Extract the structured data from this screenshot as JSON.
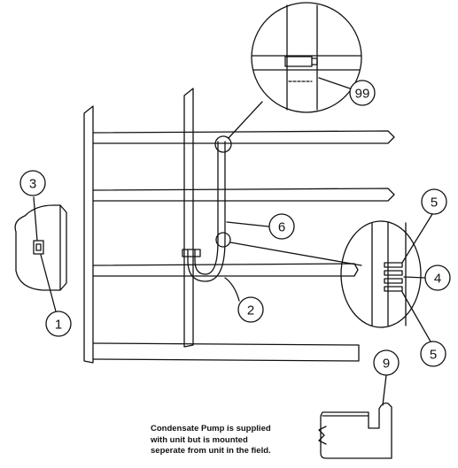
{
  "callouts": {
    "c99": "99",
    "c3": "3",
    "c6": "6",
    "c5_top": "5",
    "c4": "4",
    "c5_bottom": "5",
    "c2": "2",
    "c1": "1",
    "c9": "9"
  },
  "note": {
    "line1": "Condensate Pump is supplied",
    "line2": "with unit but is mounted",
    "line3": "seperate from unit in the field."
  },
  "colors": {
    "line": "#111111",
    "background": "#ffffff"
  }
}
